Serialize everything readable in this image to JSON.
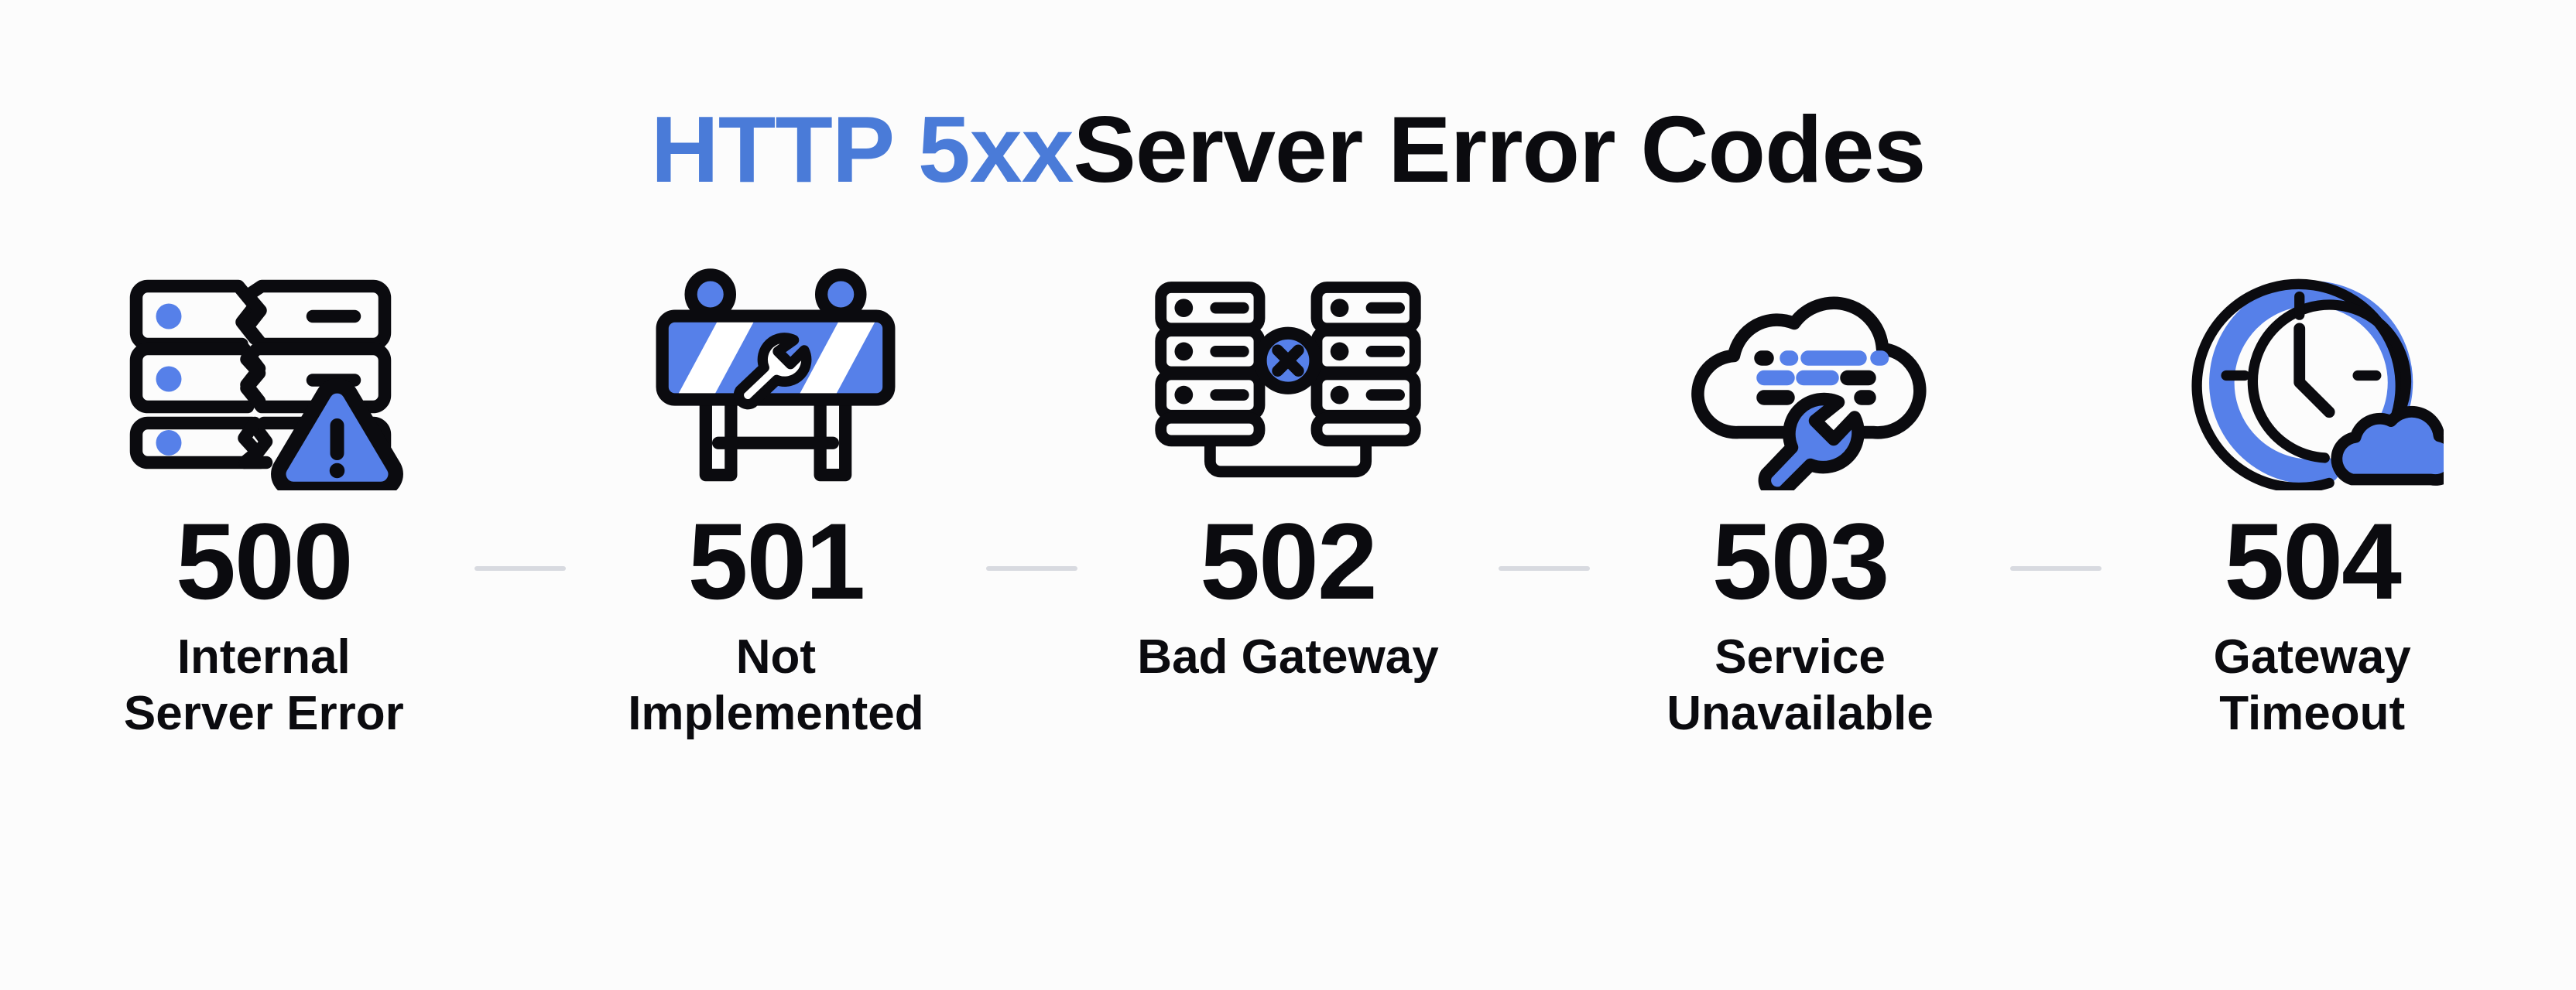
{
  "page": {
    "background_color": "#fcfcfc",
    "accent_blue": "#4a7bd8",
    "icon_blue": "#5680e9",
    "ink": "#0b0b0f",
    "separator_color": "#d8dae0"
  },
  "title": {
    "accent_text": "HTTP 5xx",
    "main_text": " Server Error Codes",
    "full_text": "HTTP 5xx Server Error Codes"
  },
  "codes": [
    {
      "number": "500",
      "label_line1": "Internal",
      "label_line2": "Server Error",
      "label_full": "Internal Server Error",
      "icon_name": "broken-server-warning-icon"
    },
    {
      "number": "501",
      "label_line1": "Not",
      "label_line2": "Implemented",
      "label_full": "Not Implemented",
      "icon_name": "construction-barrier-wrench-icon"
    },
    {
      "number": "502",
      "label_line1": "Bad Gateway",
      "label_line2": "",
      "label_full": "Bad Gateway",
      "icon_name": "two-servers-x-link-icon"
    },
    {
      "number": "503",
      "label_line1": "Service",
      "label_line2": "Unavailable",
      "label_full": "Service Unavailable",
      "icon_name": "cloud-maintenance-wrench-icon"
    },
    {
      "number": "504",
      "label_line1": "Gateway",
      "label_line2": "Timeout",
      "label_full": "Gateway Timeout",
      "icon_name": "clock-cloud-timeout-icon"
    }
  ],
  "separators": [
    {
      "name": "separator-500-501"
    },
    {
      "name": "separator-501-502"
    },
    {
      "name": "separator-502-503"
    },
    {
      "name": "separator-503-504"
    }
  ]
}
